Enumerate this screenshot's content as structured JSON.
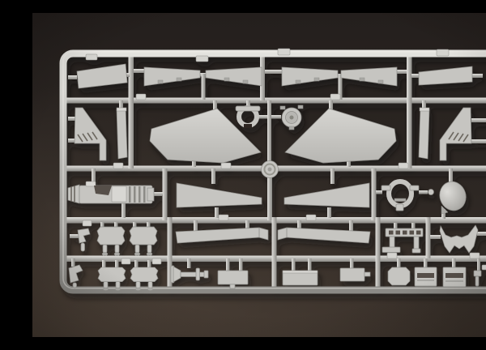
{
  "scene": {
    "subject": "Photograph of a light gray injection-molded plastic model kit sprue (runner frame full of aircraft parts) lying on a dark brown background",
    "frame_description": "Rounded-corner rectangular runner frame with four internal horizontal runners and several vertical runners dividing the sprue into part cells; small embossed gate tabs are visible but illegible"
  },
  "palette": {
    "bgTop": "#241f1d",
    "bgMid": "#2d2723",
    "bgBottom": "#3b322b",
    "bgGlow": "#5e5044",
    "runnerLight": "#e3e2de",
    "runnerMid": "#b3b2ae",
    "runnerDark": "#8b8a86",
    "plastic": "#c6c5c1",
    "plasticLight": "#d8d7d3",
    "plasticDark": "#a9a8a4",
    "plasticEdge": "#8f8e8a",
    "detailDark": "#564f48",
    "gateTab": "#d4d3cf",
    "hole": "#2e2823"
  },
  "parts_inventory": {
    "items": [
      {
        "id": "horizontal-stabilizer-left",
        "label": "Tapered stabilizer panel",
        "zone": "top row, far left"
      },
      {
        "id": "flap-half-1",
        "label": "Slender tapered flap half",
        "zone": "top row, center-left"
      },
      {
        "id": "flap-half-2",
        "label": "Slender tapered flap half",
        "zone": "top row, center-left"
      },
      {
        "id": "flap-half-3",
        "label": "Slender tapered flap half",
        "zone": "top row, center-right"
      },
      {
        "id": "flap-half-4",
        "label": "Slender tapered flap half",
        "zone": "top row, center-right"
      },
      {
        "id": "horizontal-stabilizer-right",
        "label": "Tapered stabilizer panel",
        "zone": "top row, far right"
      },
      {
        "id": "vertical-fin-left",
        "label": "Triangular fin with louver vents",
        "zone": "second row, far left"
      },
      {
        "id": "narrow-strip-left",
        "label": "Narrow vertical strip",
        "zone": "second row, left"
      },
      {
        "id": "wing-panel-left",
        "label": "Large polygonal main wing panel",
        "zone": "second row, center-left"
      },
      {
        "id": "open-ring",
        "label": "Open ring with cross bar",
        "zone": "second row, center"
      },
      {
        "id": "detail-disc",
        "label": "Round disc with concentric detail",
        "zone": "second row, center"
      },
      {
        "id": "wing-panel-right",
        "label": "Large polygonal main wing panel",
        "zone": "second row, center-right"
      },
      {
        "id": "narrow-strip-right",
        "label": "Narrow vertical strip",
        "zone": "second row, right"
      },
      {
        "id": "vertical-fin-right",
        "label": "Triangular fin with louver vents",
        "zone": "second row, far right"
      },
      {
        "id": "ejection-seat-assembly",
        "label": "Detailed cylindrical assembly laid sideways",
        "zone": "third row, left"
      },
      {
        "id": "taper-blade-left",
        "label": "Long tapering blade panel",
        "zone": "third row, center-left"
      },
      {
        "id": "taper-blade-right",
        "label": "Long tapering blade panel",
        "zone": "third row, center-right"
      },
      {
        "id": "frame-ring",
        "label": "Oval frame ring with side tabs",
        "zone": "third row, right"
      },
      {
        "id": "dome-blob",
        "label": "Smooth glossy dome / teardrop part",
        "zone": "third row, far right"
      },
      {
        "id": "angled-clip-upper",
        "label": "Small angled bracket",
        "zone": "fourth row, far left"
      },
      {
        "id": "bench-bracket-1",
        "label": "Notched plate with twin legs",
        "zone": "fourth row, left"
      },
      {
        "id": "bench-bracket-2",
        "label": "Notched plate with twin legs",
        "zone": "fourth row, left"
      },
      {
        "id": "slat-left",
        "label": "Long narrow slat with folded tip",
        "zone": "fourth row, center-left"
      },
      {
        "id": "slat-right",
        "label": "Long narrow slat with folded tip",
        "zone": "fourth row, center-right"
      },
      {
        "id": "slotted-rack",
        "label": "Slotted bar on twin legs",
        "zone": "fourth row, right"
      },
      {
        "id": "twin-horn-bracket",
        "label": "Swallow-tail bracket with two horns",
        "zone": "fourth row, far right"
      },
      {
        "id": "angled-clip-lower",
        "label": "Small angled bracket",
        "zone": "bottom row, far left"
      },
      {
        "id": "bench-bracket-3",
        "label": "Notched plate with twin legs",
        "zone": "bottom row, left"
      },
      {
        "id": "bench-bracket-4",
        "label": "Notched plate with twin legs",
        "zone": "bottom row, left"
      },
      {
        "id": "tow-bar",
        "label": "Rod with flared bell end",
        "zone": "bottom row, center-left"
      },
      {
        "id": "plate-1",
        "label": "Rectangular plate",
        "zone": "bottom row, center-left"
      },
      {
        "id": "plate-2",
        "label": "Rectangular plate",
        "zone": "bottom row, center"
      },
      {
        "id": "plate-3",
        "label": "Small rectangular plate",
        "zone": "bottom row, center-right"
      },
      {
        "id": "octagonal-plate",
        "label": "Octagonal plate",
        "zone": "bottom row, right"
      },
      {
        "id": "slotted-box-1",
        "label": "Box with dark slot",
        "zone": "bottom row, right"
      },
      {
        "id": "slotted-box-2",
        "label": "Box with dark slot",
        "zone": "bottom row, far right"
      },
      {
        "id": "end-clip",
        "label": "Tiny clip with pin",
        "zone": "bottom row, far right"
      },
      {
        "id": "center-hub",
        "label": "Round runner junction hub",
        "zone": "center of sprue"
      },
      {
        "id": "gate-tabs",
        "label": "Embossed part-number tabs (illegible)",
        "zone": "scattered on runners"
      }
    ]
  }
}
